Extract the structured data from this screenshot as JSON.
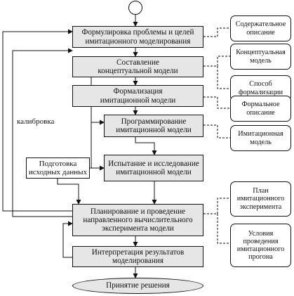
{
  "flowchart": {
    "steps": [
      "Формулировка проблемы и целей\nимитационного моделирования",
      "Составление\nконцептуальной модели",
      "Формализация\nимитационной модели",
      "Программирование\nимитационной модели",
      "Испытание и исследование\nимитационной модели",
      "Планирование и проведение\nнаправленного вычислительного\nэксперимента модели",
      "Интерпретация результатов\nмоделирования"
    ],
    "prep": "Подготовка\nисходных данных",
    "end": "Принятие решения",
    "calibration": "калибровка"
  },
  "outputs": [
    "Содержательное\nописание",
    "Концептуальная\nмодель",
    "Способ\nформализации",
    "Формальное\nописание",
    "Имитационная\nмодель",
    "План\nимитационного\nэксперимента",
    "Условия\nпроведения\nимитационного\nпрогона"
  ]
}
